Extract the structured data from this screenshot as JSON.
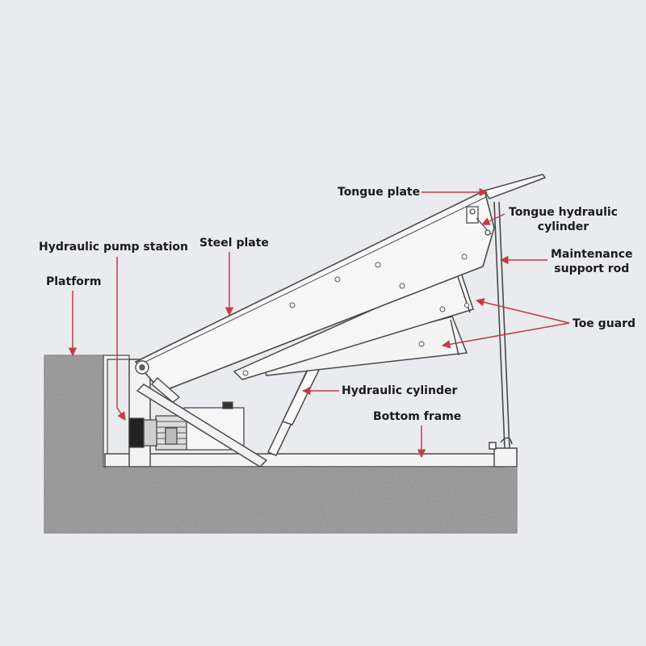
{
  "labels": {
    "tongue_plate": "Tongue plate",
    "tongue_hydraulic_cylinder_line1": "Tongue hydraulic",
    "tongue_hydraulic_cylinder_line2": "cylinder",
    "hydraulic_pump_station": "Hydraulic pump station",
    "steel_plate": "Steel plate",
    "platform": "Platform",
    "maintenance_support_rod_line1": "Maintenance",
    "maintenance_support_rod_line2": "support rod",
    "toe_guard": "Toe guard",
    "hydraulic_cylinder": "Hydraulic cylinder",
    "bottom_frame": "Bottom frame"
  },
  "colors": {
    "background": "#e9ebee",
    "concrete": "#8f8f8f",
    "concrete_dark": "#6f6f6f",
    "line": "#4a4a4a",
    "metal_fill": "#f2f2f2",
    "leader": "#c43a4a",
    "text": "#1b1b1b"
  }
}
